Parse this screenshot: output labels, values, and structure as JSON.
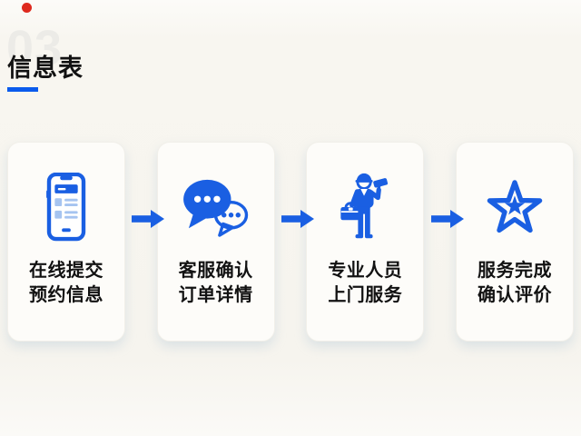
{
  "page": {
    "background": "#f8f6f0",
    "card_bg": "#fdfcf9",
    "accent_blue": "#1a5fe2",
    "light_blue": "#a6c4f0",
    "underline_blue": "#0b5bec",
    "red_dot": "#de2a1e",
    "watermark_gray": "#ecebe7",
    "text_dark": "#121212"
  },
  "header": {
    "watermark": "03",
    "title": "信息表"
  },
  "flow": {
    "steps": [
      {
        "icon": "smartphone-form-icon",
        "line1": "在线提交",
        "line2": "预约信息"
      },
      {
        "icon": "chat-bubbles-icon",
        "line1": "客服确认",
        "line2": "订单详情"
      },
      {
        "icon": "repair-worker-icon",
        "line1": "专业人员",
        "line2": "上门服务"
      },
      {
        "icon": "star-rating-icon",
        "line1": "服务完成",
        "line2": "确认评价"
      }
    ]
  }
}
